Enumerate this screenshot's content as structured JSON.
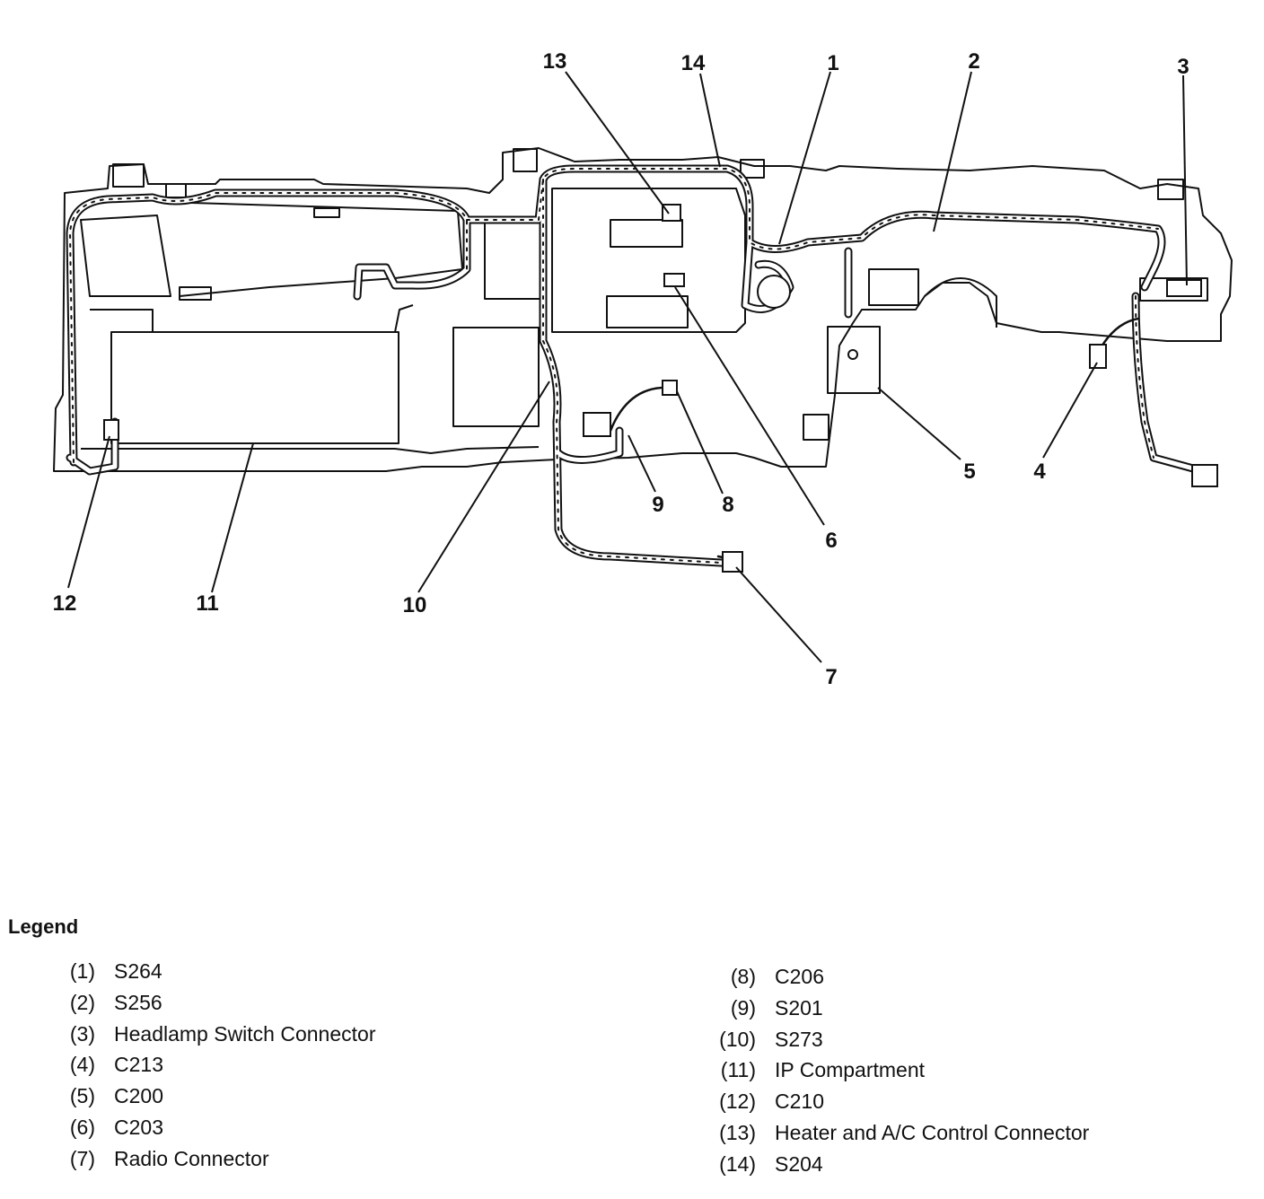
{
  "callouts": [
    {
      "num": "1"
    },
    {
      "num": "2"
    },
    {
      "num": "3"
    },
    {
      "num": "4"
    },
    {
      "num": "5"
    },
    {
      "num": "6"
    },
    {
      "num": "7"
    },
    {
      "num": "8"
    },
    {
      "num": "9"
    },
    {
      "num": "10"
    },
    {
      "num": "11"
    },
    {
      "num": "12"
    },
    {
      "num": "13"
    },
    {
      "num": "14"
    }
  ],
  "legend": {
    "title": "Legend",
    "items": [
      {
        "num": "(1)",
        "label": "S264"
      },
      {
        "num": "(2)",
        "label": "S256"
      },
      {
        "num": "(3)",
        "label": "Headlamp Switch Connector"
      },
      {
        "num": "(4)",
        "label": "C213"
      },
      {
        "num": "(5)",
        "label": "C200"
      },
      {
        "num": "(6)",
        "label": "C203"
      },
      {
        "num": "(7)",
        "label": "Radio Connector"
      },
      {
        "num": "(8)",
        "label": "C206"
      },
      {
        "num": "(9)",
        "label": "S201"
      },
      {
        "num": "(10)",
        "label": "S273"
      },
      {
        "num": "(11)",
        "label": "IP Compartment"
      },
      {
        "num": "(12)",
        "label": "C210"
      },
      {
        "num": "(13)",
        "label": "Heater and A/C Control Connector"
      },
      {
        "num": "(14)",
        "label": "S204"
      }
    ]
  }
}
